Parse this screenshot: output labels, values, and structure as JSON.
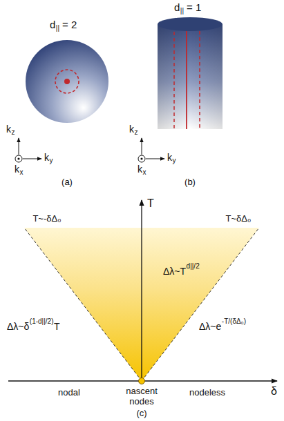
{
  "diagram": {
    "labels": [
      "d",
      "||",
      "= 2",
      "d",
      "||",
      "= 1",
      "k",
      "z",
      "k",
      "y",
      "k",
      "x",
      "(a)",
      "k",
      "z",
      "k",
      "y",
      "k",
      "x",
      "(b)",
      "T",
      "δ",
      "T~-δΔ₀",
      "T~δΔ₀",
      "Δλ~T",
      "d||/2",
      "Δλ~δ",
      "(1-d||/2)",
      "T",
      "Δλ~e",
      "-T/(δΔ₀)",
      "nodal",
      "nascent nodes",
      "nodeless",
      "(c)"
    ]
  }
}
